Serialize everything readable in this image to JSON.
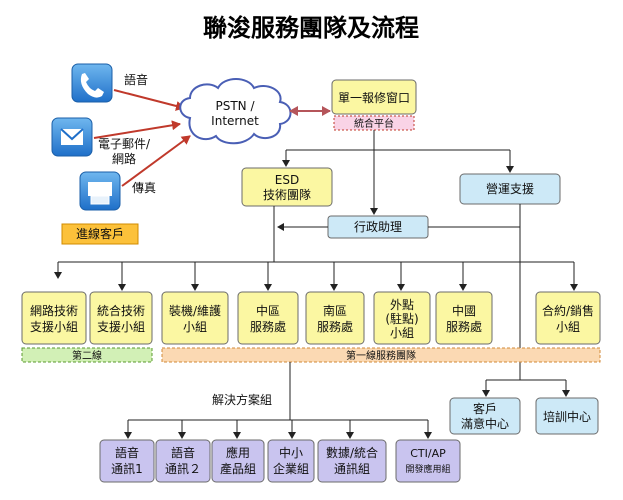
{
  "title": "聯浚服務團隊及流程",
  "channels": {
    "voice": "語音",
    "email": [
      "電子郵件/",
      "網路"
    ],
    "fax": "傳真",
    "incoming": "進線客戶"
  },
  "pstn": [
    "PSTN /",
    "Internet"
  ],
  "repair_window": "單一報修窗口",
  "platform": "統合平台",
  "esd": [
    "ESD",
    "技術團隊"
  ],
  "ops_support": "營運支援",
  "admin": "行政助理",
  "second_line": {
    "label": "第二線",
    "teams": [
      [
        "網路技術",
        "支援小組"
      ],
      [
        "統合技術",
        "支援小組"
      ]
    ]
  },
  "first_line": {
    "label": "第一線服務團隊",
    "teams": [
      [
        "裝機/維護",
        "小組"
      ],
      [
        "中區",
        "服務處"
      ],
      [
        "南區",
        "服務處"
      ],
      [
        "外點",
        "(駐點)",
        "小組"
      ],
      [
        "中國",
        "服務處"
      ],
      [
        "合約/銷售",
        "小組"
      ]
    ]
  },
  "solutions": {
    "label": "解決方案組",
    "groups": [
      [
        "語音",
        "通訊1"
      ],
      [
        "語音",
        "通訊２"
      ],
      [
        "應用",
        "產品組"
      ],
      [
        "中小",
        "企業組"
      ],
      [
        "數據/統合",
        "通訊組"
      ],
      [
        "CTI/AP",
        "開發應用組"
      ]
    ]
  },
  "customer_center": [
    "客戶",
    "滿意中心"
  ],
  "training_center": "培訓中心",
  "colors": {
    "yellow": "#fbf7a2",
    "blue": "#cde9f7",
    "purple": "#c9c4ef",
    "orange": "#fbd9b3",
    "green": "#d2f0b6",
    "pink": "#f9d3e6",
    "arrow": "#c0392b",
    "line": "#222222"
  }
}
